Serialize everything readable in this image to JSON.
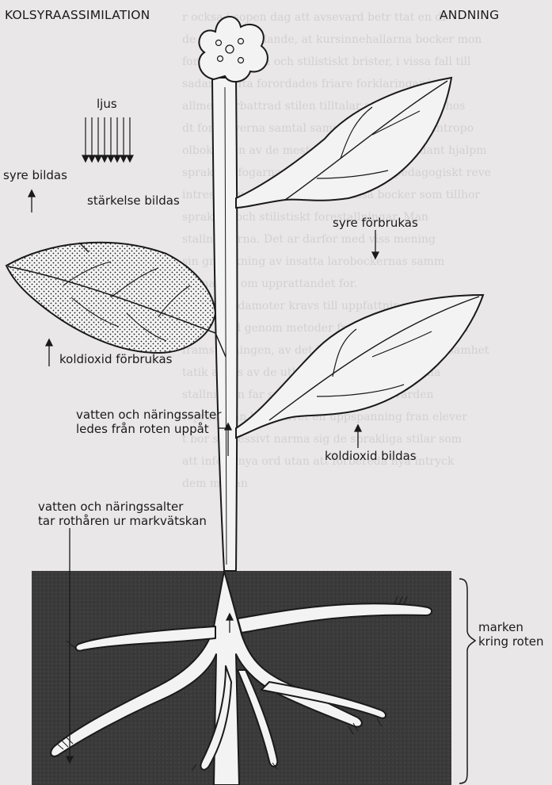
{
  "header": {
    "left_title": "KOLSYRAASSIMILATION",
    "right_title": "ANDNING"
  },
  "labels": {
    "light": "ljus",
    "oxygen_formed": "syre bildas",
    "starch_formed": "stärkelse bildas",
    "co2_consumed": "koldioxid förbrukas",
    "oxygen_consumed": "syre förbrukas",
    "water_transport_line1": "vatten och näringssalter",
    "water_transport_line2": "ledes från roten uppåt",
    "co2_formed": "koldioxid bildas",
    "root_hairs_line1": "vatten och näringssalter",
    "root_hairs_line2": "tar rothåren ur markvätskan",
    "ground_line1": "marken",
    "ground_line2": "kring roten"
  },
  "colors": {
    "ink": "#1a1a1a",
    "paper": "#e9e7e8",
    "soil": "#3a3a3a",
    "plant": "#f4f3f3",
    "bleed_text": "#d2d0d1"
  }
}
